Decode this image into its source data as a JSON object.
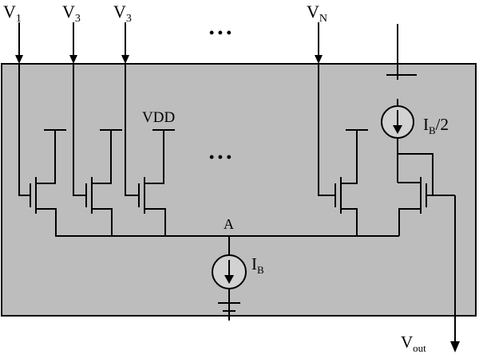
{
  "colors": {
    "panel": "#bdbdbd",
    "wire": "#000000",
    "source_fill": "#d2d2d2"
  },
  "labels": {
    "v1_main": "V",
    "v1_sub": "1",
    "v2_main": "V",
    "v2_sub": "3",
    "v3_main": "V",
    "v3_sub": "3",
    "vn_main": "V",
    "vn_sub": "N",
    "dots_top": "• • •",
    "dots_mid": "• • •",
    "vdd": "VDD",
    "node_a": "A",
    "ib_main": "I",
    "ib_sub": "B",
    "ib2_main": "I",
    "ib2_sub": "B",
    "ib2_tail": "/2",
    "vout_main": "V",
    "vout_sub": "out"
  }
}
